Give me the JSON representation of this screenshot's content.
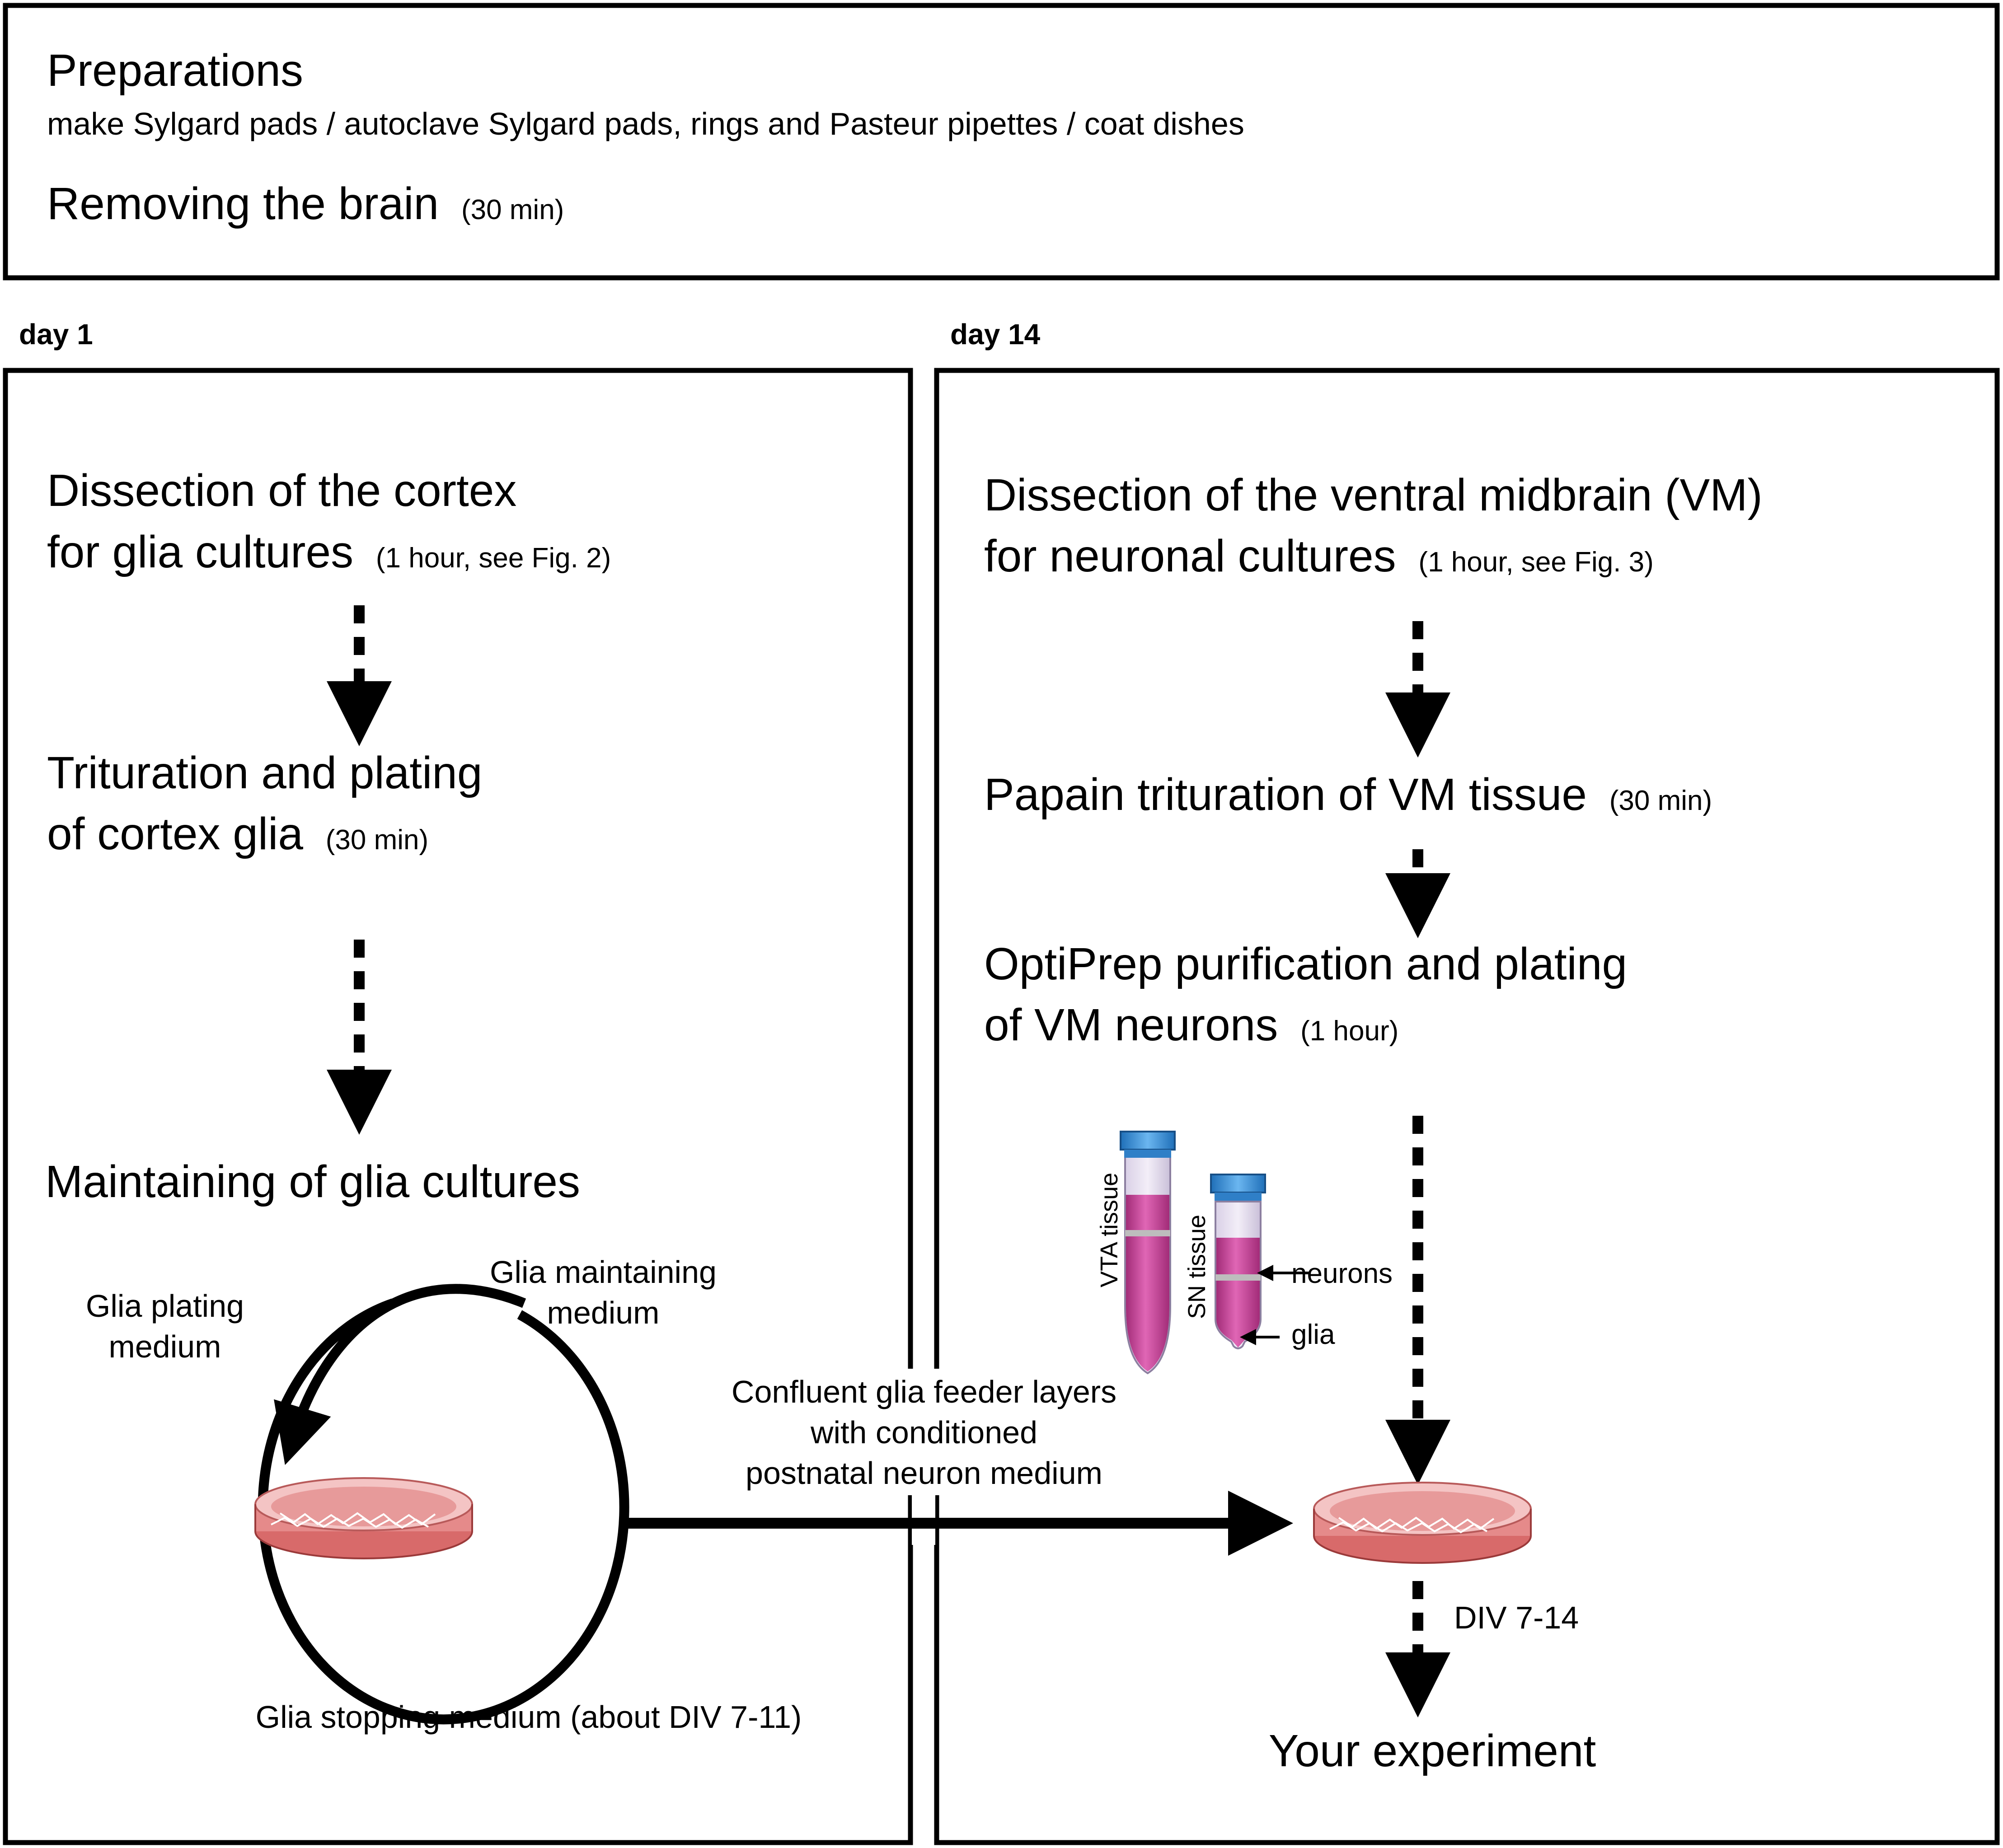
{
  "header": {
    "preparations_title": "Preparations",
    "preparations_detail": "make Sylgard pads / autoclave Sylgard pads, rings and Pasteur pipettes / coat dishes",
    "removing_title": "Removing the brain",
    "removing_time": "(30 min)"
  },
  "day1": {
    "label": "day 1",
    "step1_line1": "Dissection of the cortex",
    "step1_line2": "for glia cultures",
    "step1_time": "(1 hour, see Fig. 2)",
    "step2_line1": "Trituration and plating",
    "step2_line2": "of cortex glia",
    "step2_time": "(30 min)",
    "step3": "Maintaining of glia cultures",
    "plating_medium_line1": "Glia plating",
    "plating_medium_line2": "medium",
    "maintaining_medium_line1": "Glia maintaining",
    "maintaining_medium_line2": "medium",
    "stopping_medium": "Glia stopping medium (about DIV 7-11)"
  },
  "transfer": {
    "line1": "Confluent glia feeder layers",
    "line2": "with conditioned",
    "line3": "postnatal neuron medium"
  },
  "day14": {
    "label": "day 14",
    "step1_line1": "Dissection of the ventral midbrain (VM)",
    "step1_line2": "for neuronal cultures",
    "step1_time": "(1 hour, see Fig. 3)",
    "step2": "Papain trituration of VM tissue",
    "step2_time": "(30 min)",
    "step3_line1": "OptiPrep purification and plating",
    "step3_line2": "of VM neurons",
    "step3_time": "(1 hour)",
    "tube1_label": "VTA tissue",
    "tube2_label": "SN tissue",
    "neurons_label": "neurons",
    "glia_label": "glia",
    "div_label": "DIV 7-14",
    "final": "Your experiment"
  },
  "colors": {
    "line": "#000000",
    "tube_cap": "#3a8fd9",
    "tube_liquid": "#c93d95",
    "dish_fill": "#e58a8a",
    "dish_rim": "#f4c4c4"
  },
  "icons": {
    "tube": "centrifuge-tube-icon",
    "dish": "petri-dish-icon"
  }
}
